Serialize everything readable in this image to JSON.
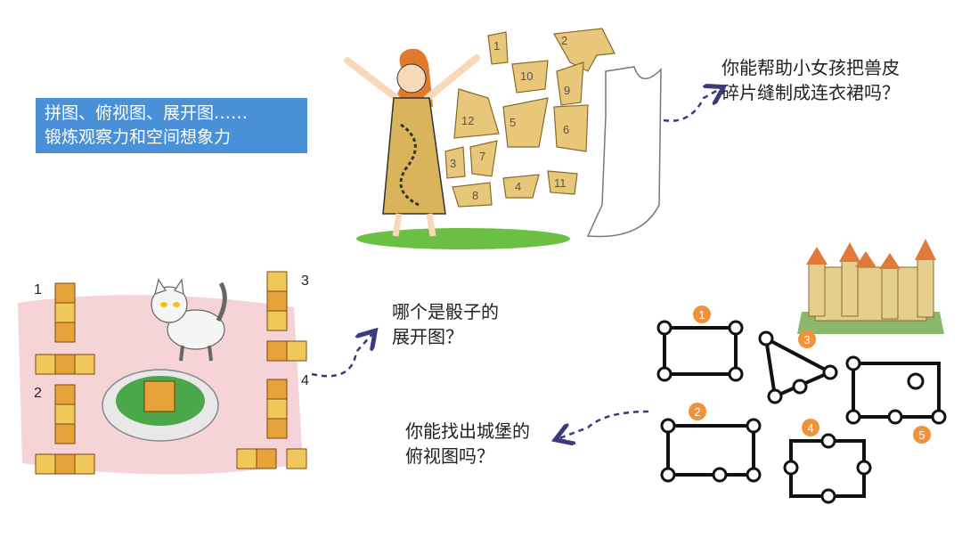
{
  "banner": {
    "line1": "拼图、俯视图、展开图……",
    "line2": "锻炼观察力和空间想象力"
  },
  "puzzle": {
    "caption_line1": "你能帮助小女孩把兽皮",
    "caption_line2": "碎片缝制成连衣裙吗？",
    "pieces": [
      "1",
      "2",
      "10",
      "9",
      "12",
      "5",
      "6",
      "3",
      "7",
      "8",
      "4",
      "11"
    ]
  },
  "dice": {
    "caption_line1": "哪个是骰子的",
    "caption_line2": "展开图？",
    "nets": [
      "1",
      "2",
      "3",
      "4"
    ]
  },
  "castle": {
    "caption_line1": "你能找出城堡的",
    "caption_line2": "俯视图吗？",
    "options": [
      "1",
      "2",
      "3",
      "4",
      "5"
    ]
  },
  "colors": {
    "banner_bg": "#4a90d9",
    "piece_fill": "#e8c77a",
    "option_badge": "#f0923a",
    "arrow": "#3b3a7a",
    "grass": "#6cbf45",
    "mat": "#f6d3d6"
  }
}
